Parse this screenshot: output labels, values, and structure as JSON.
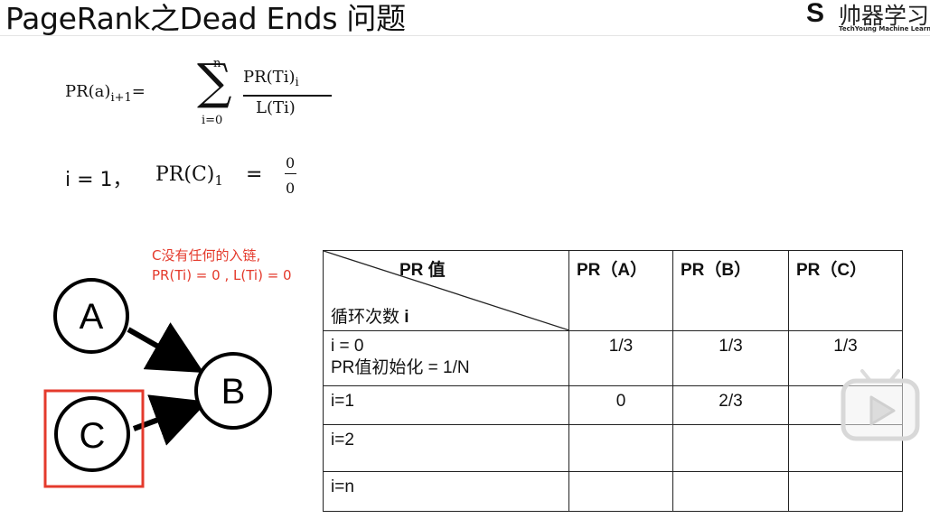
{
  "slide": {
    "title": "PageRank之Dead Ends 问题",
    "logo": {
      "s": "S",
      "cn": "帅器学习",
      "en": "TechYoung Machine Learni"
    }
  },
  "formula": {
    "lhs": "PR(a)",
    "lhs_sub": "i+1",
    "equals": "=",
    "sum_upper": "n",
    "sum_lower": "i=0",
    "numerator": "PR(Ti)",
    "numerator_sub": "i",
    "denominator": "L(Ti)"
  },
  "equation2": {
    "i_text": "i = 1，",
    "pr": "PR(C)",
    "pr_sub": "1",
    "equals": "=",
    "num": "0",
    "den": "0"
  },
  "note": {
    "line1": "C没有任何的入链,",
    "line2": "PR(Ti) = 0 , L(Ti) = 0"
  },
  "graph": {
    "nodes": [
      "A",
      "B",
      "C"
    ],
    "highlight_color": "#e43a2c"
  },
  "table": {
    "header_pr": "PR 值",
    "header_loop": "循环次数 ",
    "header_loop_bold": "i",
    "columns": [
      "PR（A）",
      "PR（B）",
      "PR（C）"
    ],
    "rows": [
      {
        "label1": "i =  0",
        "label2": "PR值初始化 = 1/N",
        "values": [
          "1/3",
          "1/3",
          "1/3"
        ]
      },
      {
        "label1": "i=1",
        "label2": "",
        "values": [
          "0",
          "2/3",
          ""
        ]
      },
      {
        "label1": "i=2",
        "label2": "",
        "values": [
          "",
          "",
          ""
        ]
      },
      {
        "label1": "i=n",
        "label2": "",
        "values": [
          "",
          "",
          ""
        ]
      }
    ]
  },
  "overlay": {
    "icon": "play-icon"
  }
}
